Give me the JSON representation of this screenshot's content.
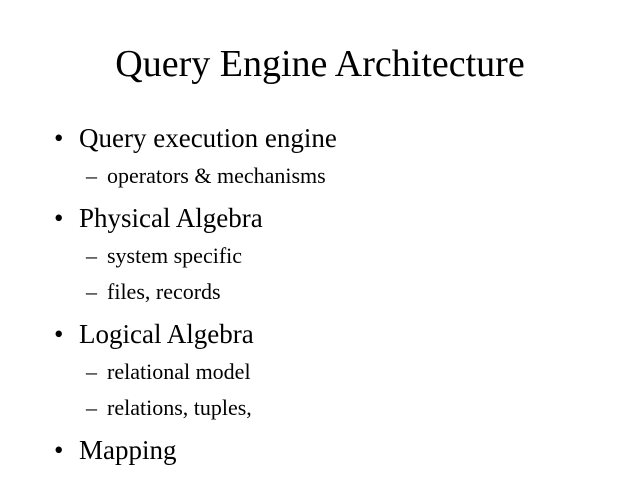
{
  "slide": {
    "title": "Query Engine Architecture",
    "bullet_marker": "•",
    "sub_marker": "–",
    "items": [
      {
        "text": "Query execution engine",
        "subitems": [
          "operators & mechanisms"
        ]
      },
      {
        "text": "Physical Algebra",
        "subitems": [
          "system specific",
          "files, records"
        ]
      },
      {
        "text": "Logical Algebra",
        "subitems": [
          "relational model",
          "relations, tuples,"
        ]
      },
      {
        "text": "Mapping",
        "subitems": []
      }
    ]
  }
}
